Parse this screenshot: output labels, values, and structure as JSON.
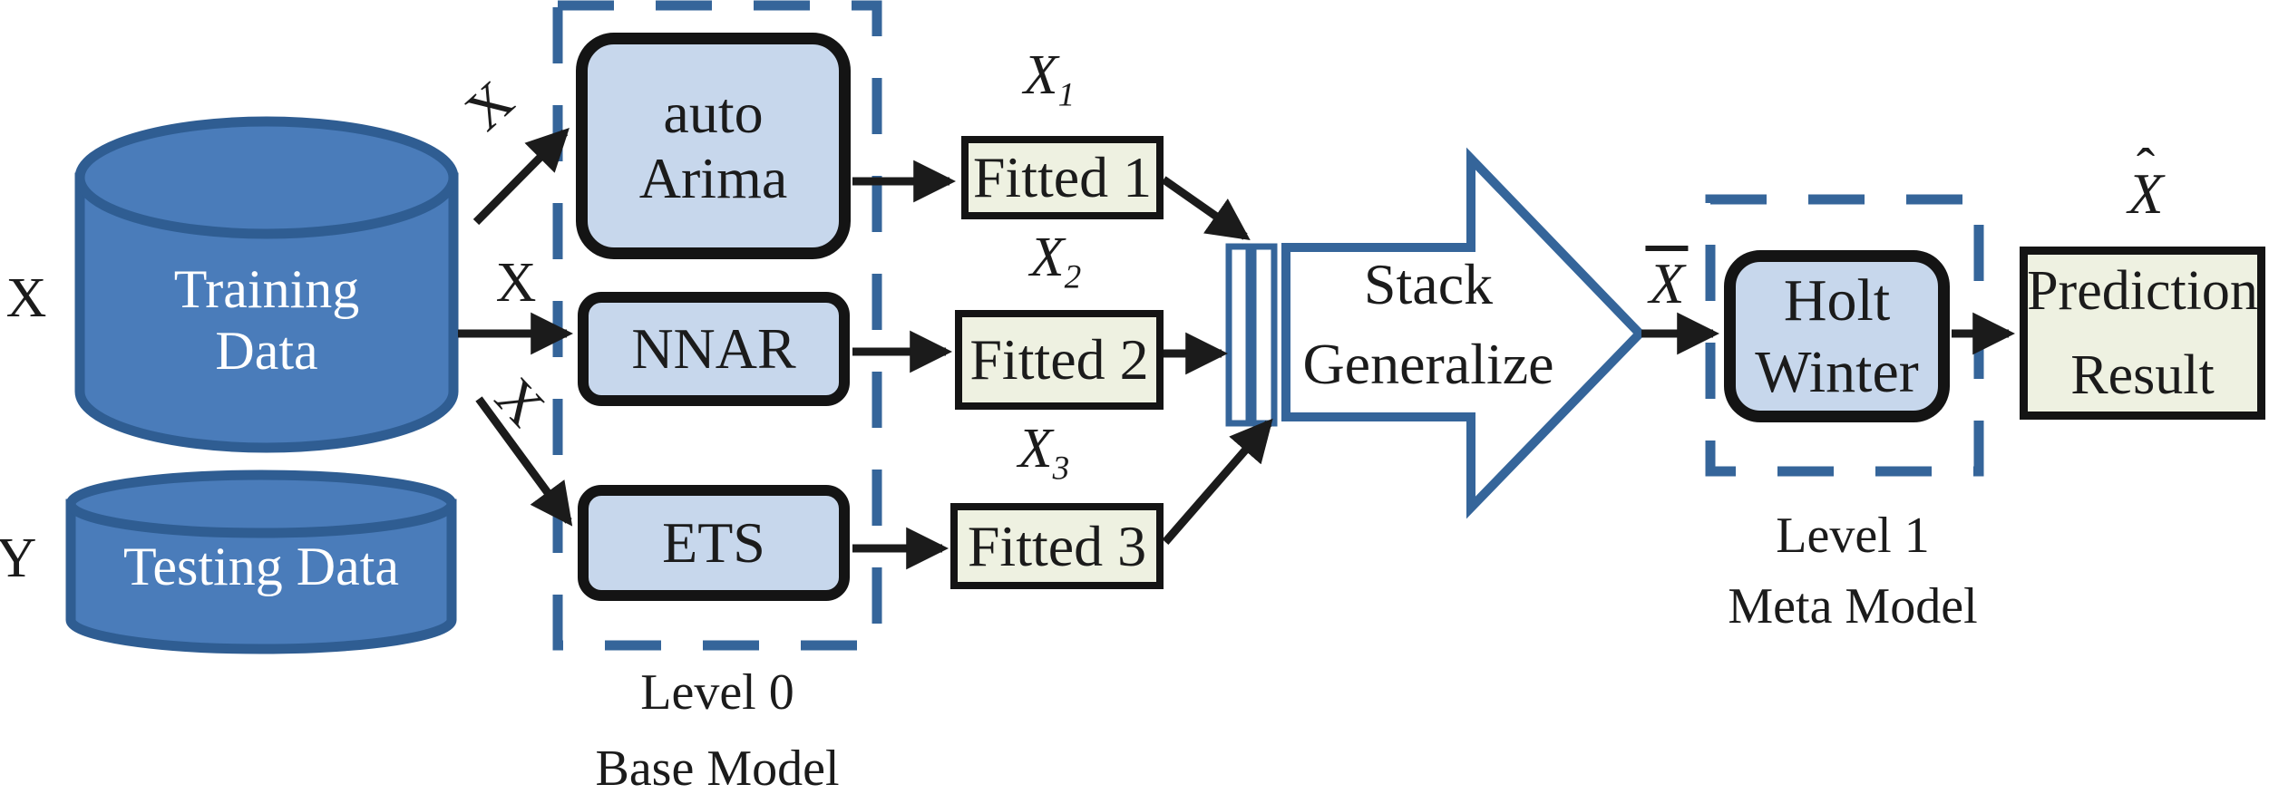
{
  "colors": {
    "background": "#ffffff",
    "cylinder_fill": "#4a7cba",
    "cylinder_stroke": "#2f5d92",
    "cylinder_text": "#ffffff",
    "model_fill": "#c7d7ec",
    "model_stroke": "#141414",
    "fitted_fill": "#eef1e1",
    "dash_blue": "#35659a",
    "arrow_color": "#1b1b1b",
    "text_color": "#1b1b1b"
  },
  "diagram": {
    "training": {
      "line1": "Training",
      "line2": "Data",
      "io_label": "X"
    },
    "testing": {
      "label": "Testing Data",
      "io_label": "Y"
    },
    "branch_labels": {
      "to_auto_arima": "X",
      "to_nnar": "X",
      "to_ets": "X"
    },
    "level0": {
      "caption_line1": "Level 0",
      "caption_line2": "Base Model",
      "auto_arima_line1": "auto",
      "auto_arima_line2": "Arima",
      "nnar": "NNAR",
      "ets": "ETS"
    },
    "fitted1": {
      "label": "Fitted 1",
      "var_base": "X",
      "var_sub": "1"
    },
    "fitted2": {
      "label": "Fitted 2",
      "var_base": "X",
      "var_sub": "2"
    },
    "fitted3": {
      "label": "Fitted 3",
      "var_base": "X",
      "var_sub": "3"
    },
    "stack": {
      "line1": "Stack",
      "line2": "Generalize"
    },
    "stack_output": {
      "base": "X",
      "accent": "overline"
    },
    "level1": {
      "caption_line1": "Level 1",
      "caption_line2": "Meta Model",
      "model_line1": "Holt",
      "model_line2": "Winter"
    },
    "prediction": {
      "line1": "Prediction",
      "line2": "Result",
      "var_base": "X",
      "accent_glyph": "ˆ"
    }
  }
}
